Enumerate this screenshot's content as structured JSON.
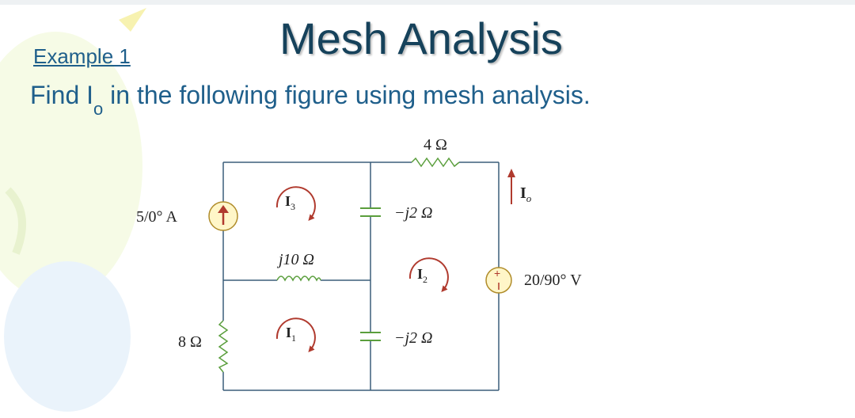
{
  "slide": {
    "title": "Mesh Analysis",
    "example_label": "Example 1",
    "prompt_before": "Find I",
    "prompt_sub": "o",
    "prompt_after": " in the following figure using mesh analysis."
  },
  "circuit": {
    "r4_label": "4 Ω",
    "current_source_label": "5/0° A",
    "cap_top_label": "−j2 Ω",
    "inductor_label": "j10 Ω",
    "r8_label": "8 Ω",
    "cap_bottom_label": "−j2 Ω",
    "voltage_source_label": "20/90° V",
    "io_label": "I",
    "io_sub": "o",
    "mesh1_label": "I",
    "mesh1_sub": "1",
    "mesh2_label": "I",
    "mesh2_sub": "2",
    "mesh3_label": "I",
    "mesh3_sub": "3"
  },
  "colors": {
    "title": "#16425b",
    "text": "#1f5f8b",
    "wire": "#3b5e7a",
    "arrow": "#b03a2e",
    "source_fill": "#fff6c8",
    "element": "#5a9e3c"
  }
}
